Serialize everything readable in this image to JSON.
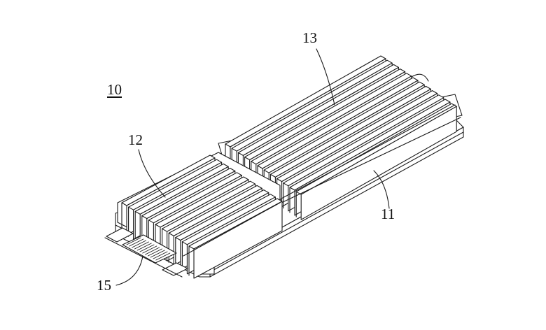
{
  "figure": {
    "assembly_ref": "10",
    "callouts": [
      {
        "id": "13",
        "text": "13"
      },
      {
        "id": "12",
        "text": "12"
      },
      {
        "id": "11",
        "text": "11"
      },
      {
        "id": "15",
        "text": "15"
      }
    ]
  },
  "colors": {
    "line": "#1a1a1a",
    "background": "#ffffff"
  }
}
